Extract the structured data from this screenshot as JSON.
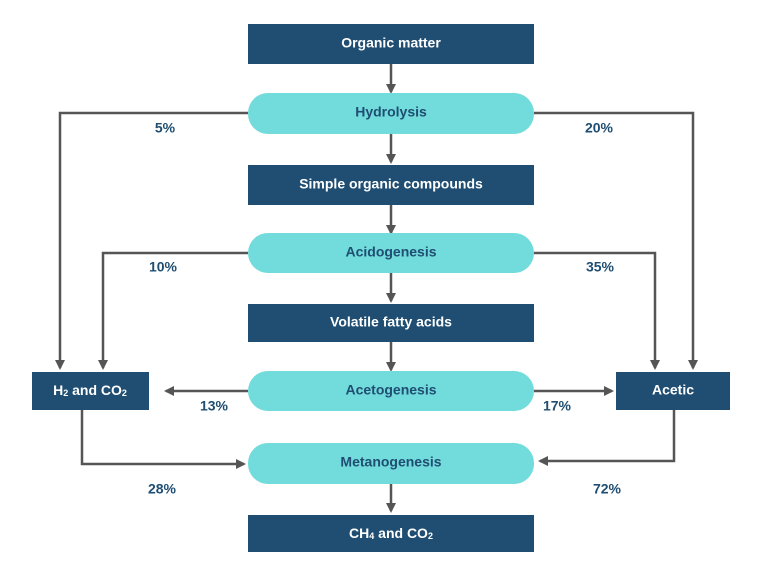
{
  "colors": {
    "box": "#1f4e72",
    "pill": "#72dbdb",
    "arrow": "#555555",
    "text_dark": "#1f4e72"
  },
  "nodes": {
    "organic_matter": "Organic matter",
    "hydrolysis": "Hydrolysis",
    "simple_compounds": "Simple organic compounds",
    "acidogenesis": "Acidogenesis",
    "volatile_fatty_acids": "Volatile fatty acids",
    "acetogenesis": "Acetogenesis",
    "metanogenesis": "Metanogenesis",
    "ch4_co2": {
      "pre": "CH",
      "sub": "4",
      "post": " and CO",
      "sub2": "2"
    },
    "h2_co2": {
      "pre": "H",
      "sub": "2",
      "post": " and CO",
      "sub2": "2"
    },
    "acetic": "Acetic"
  },
  "percentages": {
    "hydrolysis_left": "5%",
    "hydrolysis_right": "20%",
    "acidogenesis_left": "10%",
    "acidogenesis_right": "35%",
    "acetogenesis_left": "13%",
    "acetogenesis_right": "17%",
    "metanogenesis_left": "28%",
    "metanogenesis_right": "72%"
  }
}
